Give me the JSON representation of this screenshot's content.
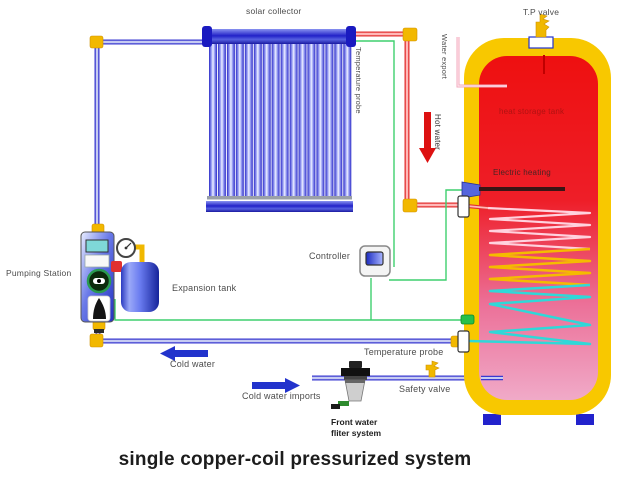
{
  "title": "single copper-coil pressurized system",
  "labels": {
    "solar_collector": "solar collector",
    "temperature_probe_collector": "Temperature probe",
    "tp_valve": "T.P valve",
    "water_export": "Water export",
    "hot_water": "Hot water",
    "heat_storage_tank": "heat storage tank",
    "electric_heating": "Electric heating",
    "pumping_station": "Pumping Station",
    "expansion_tank": "Expansion tank",
    "controller": "Controller",
    "cold_water": "Cold water",
    "cold_water_imports": "Cold water imports",
    "front_water_filter_line1": "Front water",
    "front_water_filter_line2": "fliter system",
    "safety_valve": "Safety valve",
    "temperature_probe_tank": "Temperature probe"
  },
  "colors": {
    "pipe_hot_red": "#e23030",
    "pipe_cold_blue": "#3a3ad0",
    "sensor_wire_green": "#3ecf6e",
    "tank_shell_yellow": "#f8c800",
    "tank_top_red": "#ee1010",
    "tank_bottom_pink": "#f0aac8",
    "coil_cyan": "#2fd8d8",
    "coil_yellow": "#f5bb00",
    "arrow_blue": "#2233cc",
    "arrow_red": "#dd1111"
  }
}
